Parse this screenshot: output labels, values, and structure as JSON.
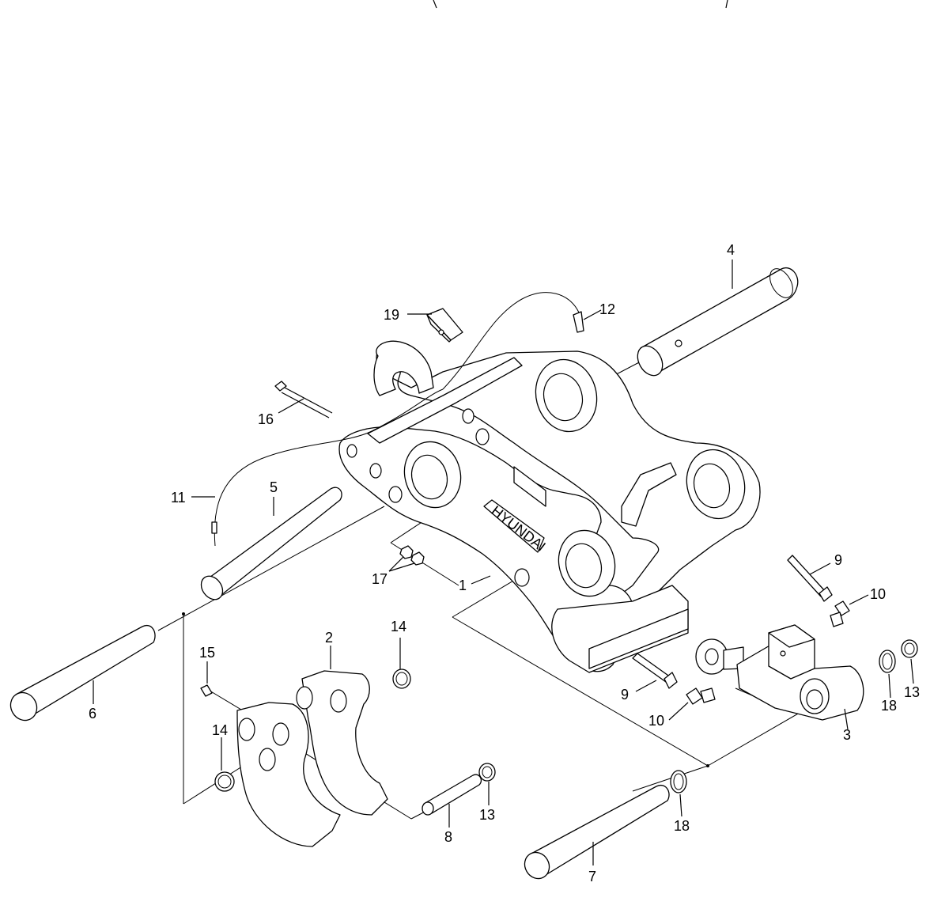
{
  "diagram": {
    "callouts": [
      {
        "id": "c4",
        "text": "4"
      },
      {
        "id": "c12",
        "text": "12"
      },
      {
        "id": "c19",
        "text": "19"
      },
      {
        "id": "c16",
        "text": "16"
      },
      {
        "id": "c11",
        "text": "11"
      },
      {
        "id": "c5",
        "text": "5"
      },
      {
        "id": "c17",
        "text": "17"
      },
      {
        "id": "c1",
        "text": "1"
      },
      {
        "id": "c9a",
        "text": "9"
      },
      {
        "id": "c10a",
        "text": "10"
      },
      {
        "id": "c6",
        "text": "6"
      },
      {
        "id": "c2",
        "text": "2"
      },
      {
        "id": "c14a",
        "text": "14"
      },
      {
        "id": "c15",
        "text": "15"
      },
      {
        "id": "c14b",
        "text": "14"
      },
      {
        "id": "c9b",
        "text": "9"
      },
      {
        "id": "c10b",
        "text": "10"
      },
      {
        "id": "c18a",
        "text": "18"
      },
      {
        "id": "c13a",
        "text": "13"
      },
      {
        "id": "c3",
        "text": "3"
      },
      {
        "id": "c8",
        "text": "8"
      },
      {
        "id": "c13b",
        "text": "13"
      },
      {
        "id": "c18b",
        "text": "18"
      },
      {
        "id": "c7",
        "text": "7"
      }
    ],
    "brand_plate": "HYUNDAI"
  }
}
